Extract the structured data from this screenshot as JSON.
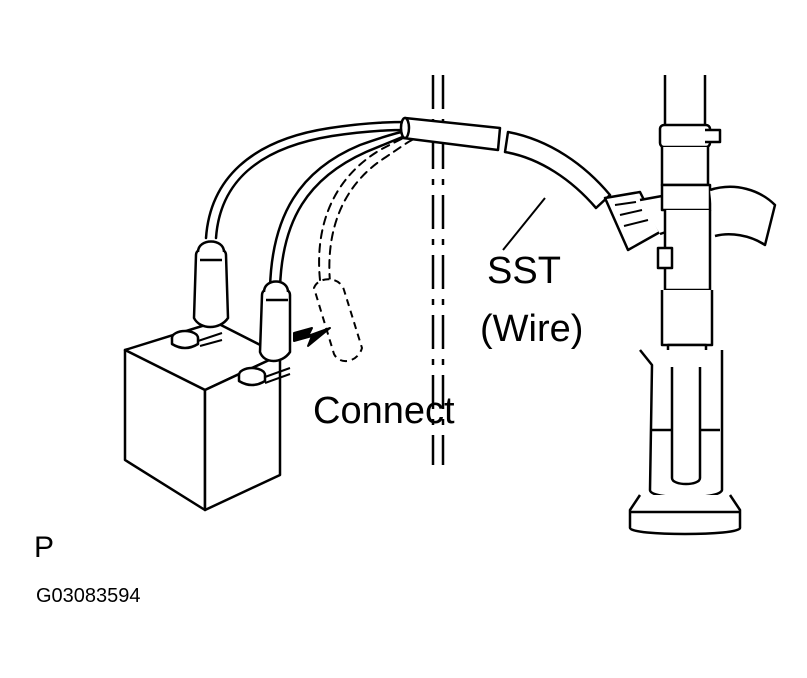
{
  "labels": {
    "sst_line1": "SST",
    "sst_line2": "(Wire)",
    "connect": "Connect",
    "view_letter": "P",
    "figure_code": "G03083594"
  },
  "colors": {
    "ink": "#000000",
    "paper": "#ffffff"
  }
}
